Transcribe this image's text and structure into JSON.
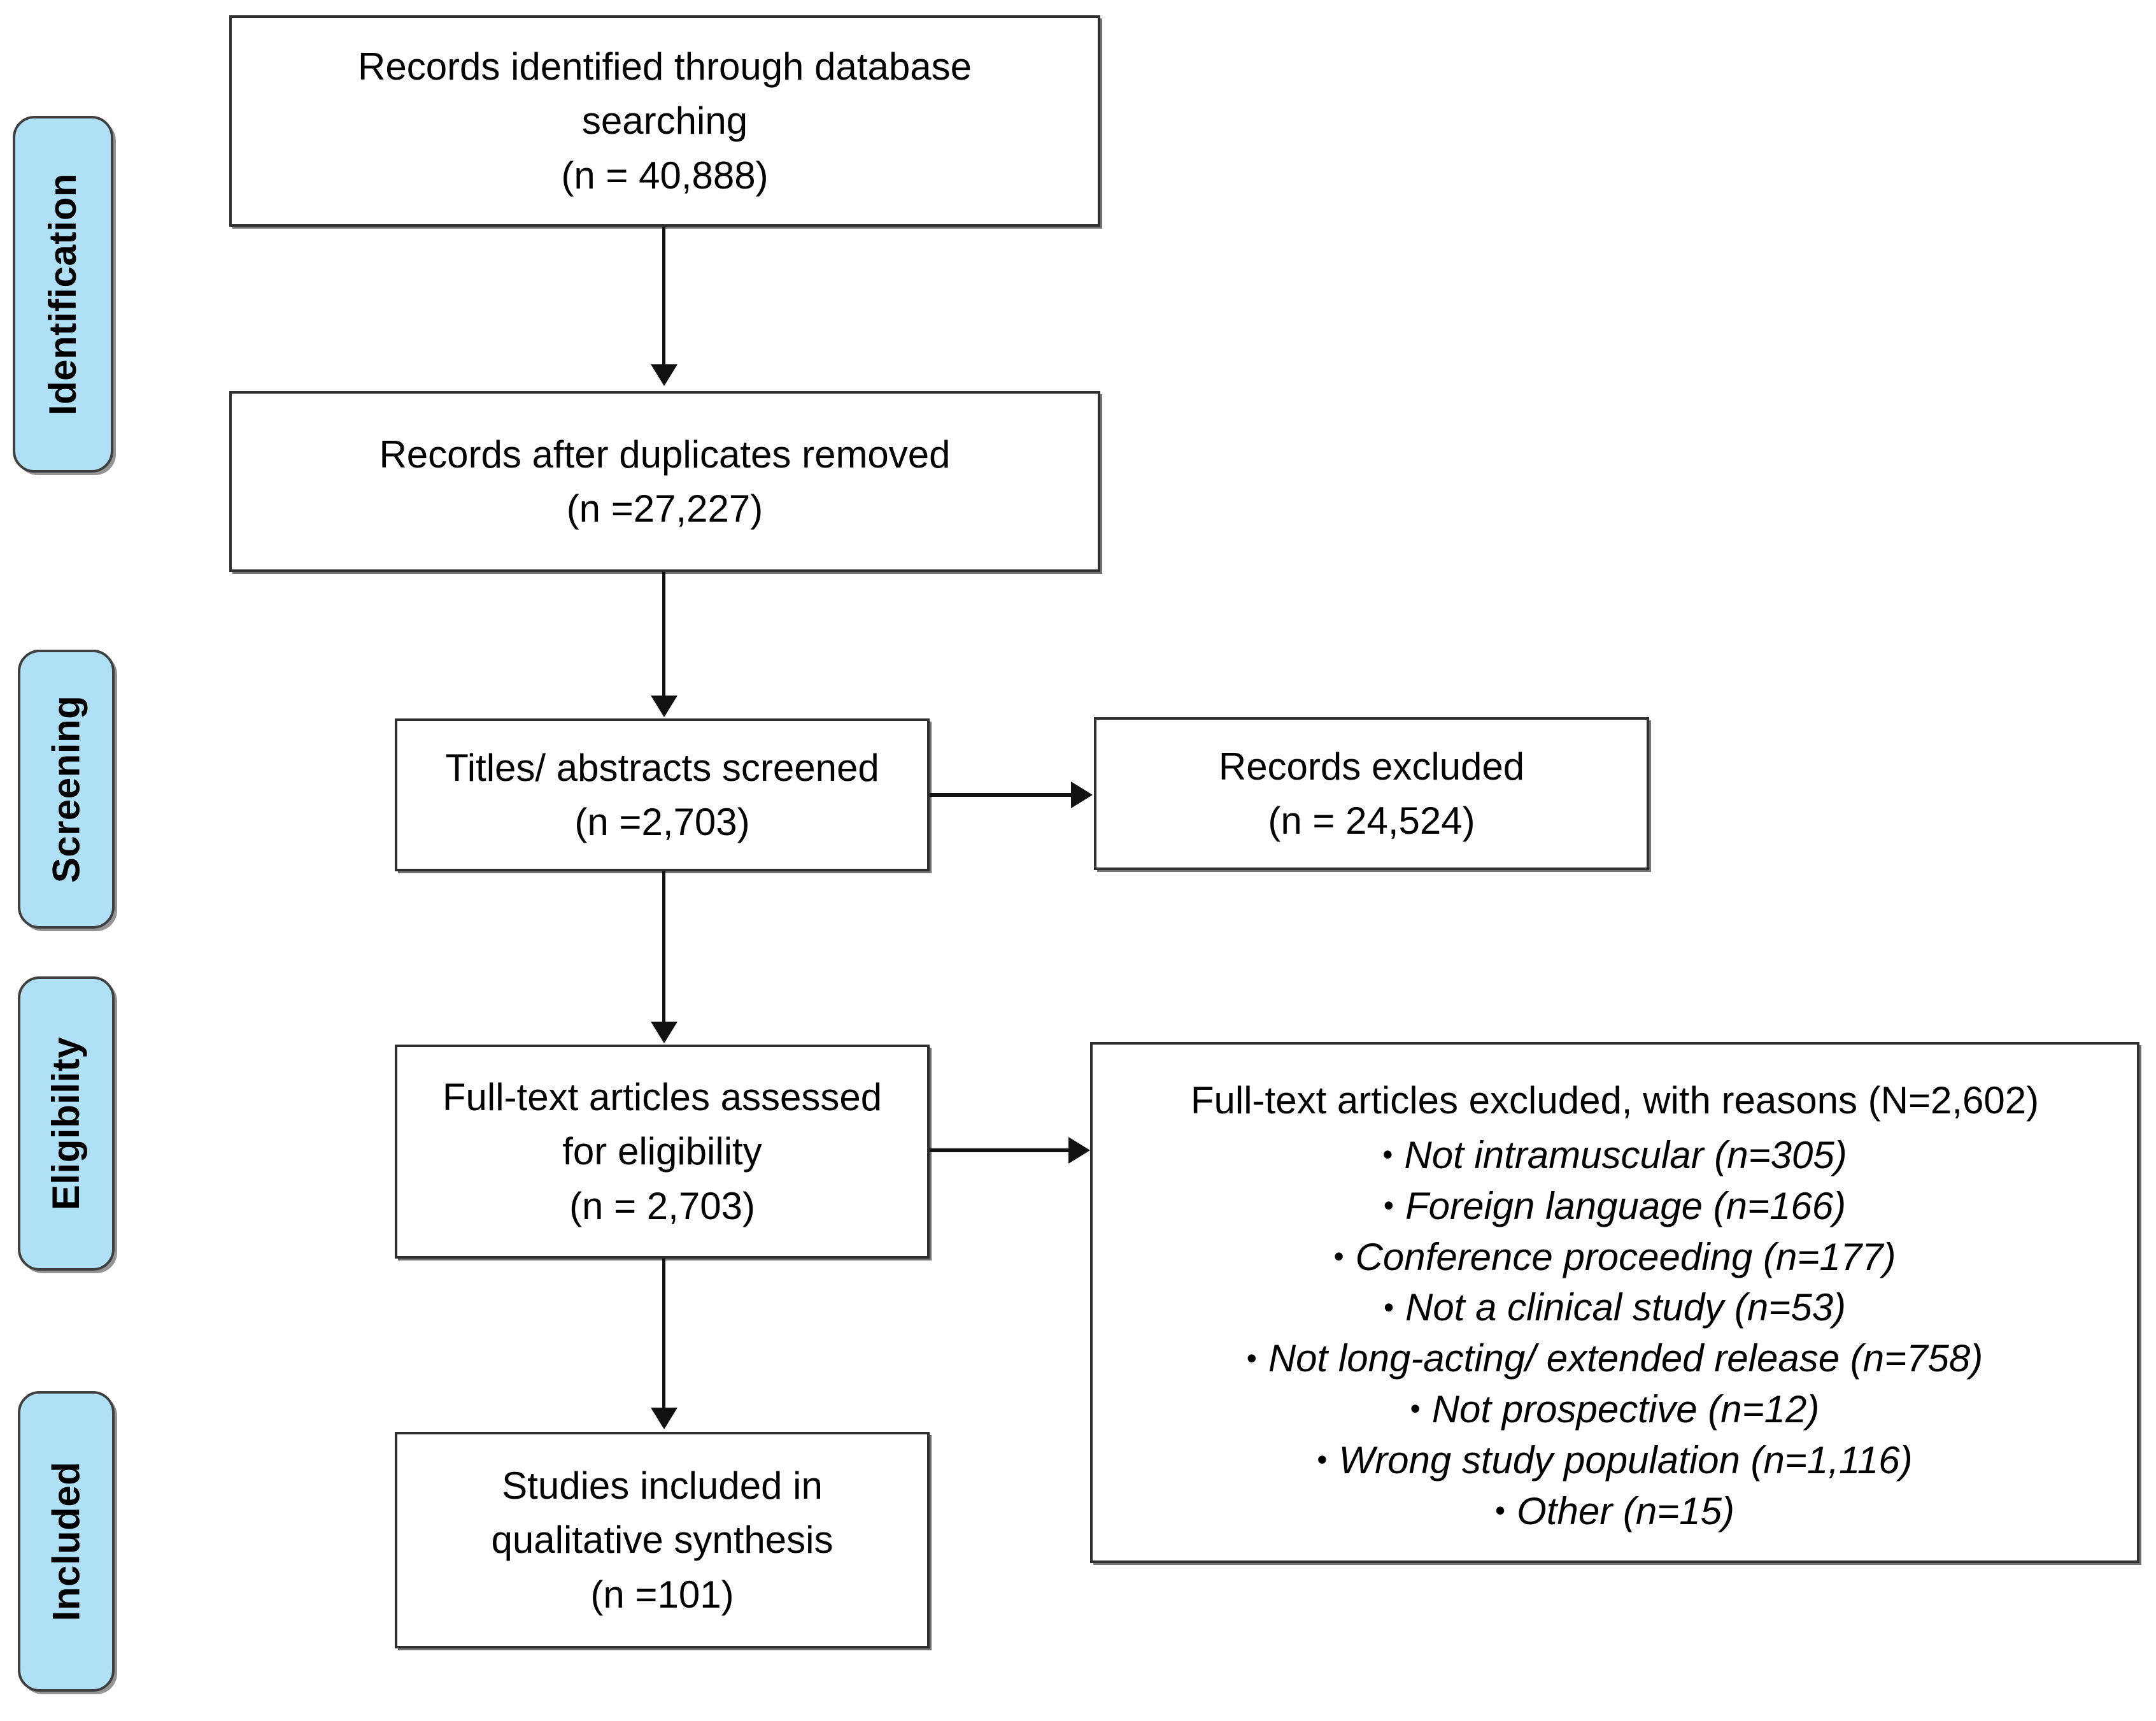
{
  "diagram": {
    "type": "PRISMA flow diagram",
    "stages": [
      {
        "id": "identification",
        "label": "Identification"
      },
      {
        "id": "screening",
        "label": "Screening"
      },
      {
        "id": "eligibility",
        "label": "Eligibility"
      },
      {
        "id": "included",
        "label": "Included"
      }
    ],
    "boxes": {
      "records_identified": "Records identified through database\nsearching\n(n = 40,888)",
      "records_after_duplicates": "Records after duplicates removed\n(n =27,227)",
      "titles_abstracts_screened": "Titles/ abstracts screened\n(n =2,703)",
      "records_excluded": "Records excluded\n(n = 24,524)",
      "fulltext_assessed": "Full-text articles assessed\nfor eligibility\n(n = 2,703)",
      "studies_included": "Studies included in\nqualitative synthesis\n(n =101)"
    },
    "exclusions": {
      "heading": "Full-text articles excluded, with reasons (N=2,602)",
      "bullet_glyph": "•",
      "items": [
        "Not intramuscular (n=305)",
        "Foreign language (n=166)",
        "Conference proceeding (n=177)",
        "Not a clinical study (n=53)",
        "Not long-acting/ extended release (n=758)",
        "Not prospective (n=12)",
        "Wrong study population (n=1,116)",
        "Other (n=15)"
      ]
    },
    "colors": {
      "stage_fill": "#AFE0F6",
      "stage_border": "#3F3F3F",
      "box_border": "#2F2F2F",
      "line": "#111111",
      "background": "#FFFFFF"
    },
    "counts": {
      "identified": 40888,
      "after_duplicates": 27227,
      "titles_abstracts_screened": 2703,
      "records_excluded": 24524,
      "fulltext_assessed": 2703,
      "fulltext_excluded_total": 2602,
      "studies_included": 101,
      "reason_not_intramuscular": 305,
      "reason_foreign_language": 166,
      "reason_conference_proceeding": 177,
      "reason_not_clinical_study": 53,
      "reason_not_long_acting": 758,
      "reason_not_prospective": 12,
      "reason_wrong_population": 1116,
      "reason_other": 15
    }
  }
}
